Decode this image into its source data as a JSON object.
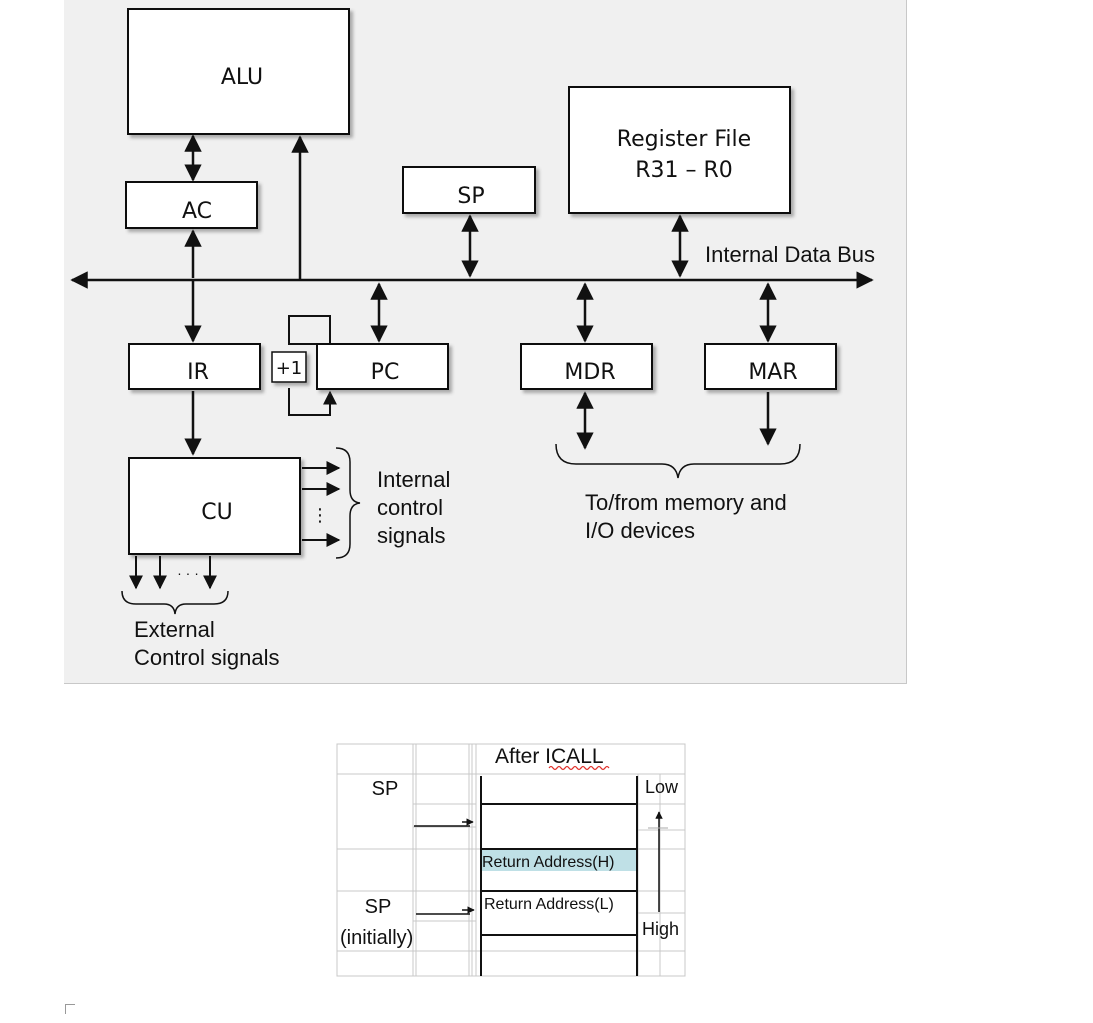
{
  "diagram": {
    "blocks": {
      "alu": "ALU",
      "ac": "AC",
      "sp": "SP",
      "register_file_line1": "Register File",
      "register_file_line2": "R31 – R0",
      "ir": "IR",
      "pc": "PC",
      "incrementer": "+1",
      "mdr": "MDR",
      "mar": "MAR",
      "cu": "CU"
    },
    "labels": {
      "internal_data_bus": "Internal Data Bus",
      "internal_control_1": "Internal",
      "internal_control_2": "control",
      "internal_control_3": "signals",
      "memory_io_1": "To/from memory and",
      "memory_io_2": "I/O devices",
      "external_control_1": "External",
      "external_control_2": "Control signals",
      "vertical_dots": "⋮",
      "horizontal_dots": "· · ·"
    }
  },
  "stack_table": {
    "header": "After ICALL",
    "sp_label": "SP",
    "sp_initial_label": "SP",
    "sp_initial_note": "(initially)",
    "low_label": "Low",
    "high_label": "High",
    "return_high": "Return Address(H)",
    "return_low": "Return Address(L)",
    "highlight_color": "#bfe0e6"
  }
}
